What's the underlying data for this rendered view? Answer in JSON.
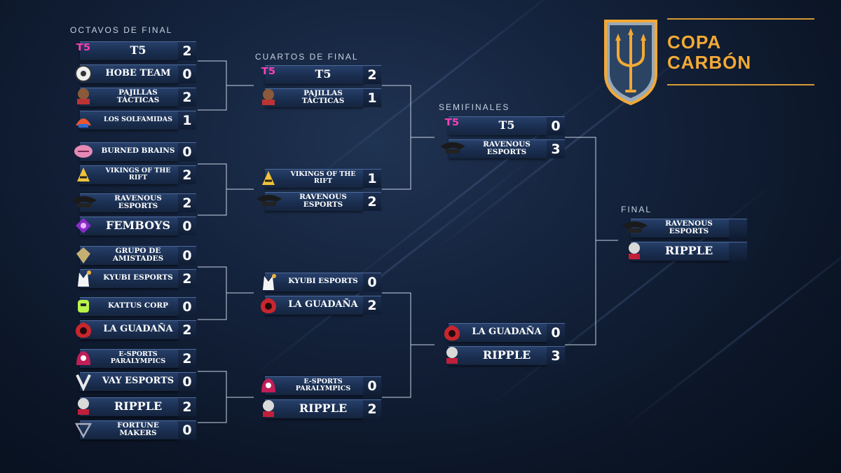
{
  "tournament": {
    "title_line1": "COPA",
    "title_line2": "CARBÓN",
    "accent_color": "#f2a935"
  },
  "rounds": {
    "octavos": "OCTAVOS DE FINAL",
    "cuartos": "CUARTOS DE FINAL",
    "semis": "SEMIFINALES",
    "final": "FINAL"
  },
  "octavos": [
    {
      "team": "T5",
      "score": "2",
      "logo": "t5-logo"
    },
    {
      "team": "HOBE TEAM",
      "score": "0",
      "logo": "hobe-team-logo"
    },
    {
      "team": "PAJILLAS TÁCTICAS",
      "score": "2",
      "logo": "pajillas-logo"
    },
    {
      "team": "LOS SOLFAMIDAS",
      "score": "1",
      "logo": "solfamidas-logo"
    },
    {
      "team": "BURNED BRAINS",
      "score": "0",
      "logo": "burned-brains-logo"
    },
    {
      "team": "VIKINGS OF THE RIFT",
      "score": "2",
      "logo": "vikings-logo"
    },
    {
      "team": "RAVENOUS ESPORTS",
      "score": "2",
      "logo": "ravenous-logo"
    },
    {
      "team": "FEMBOYS",
      "score": "0",
      "logo": "femboys-logo"
    },
    {
      "team": "GRUPO DE AMISTADES",
      "score": "0",
      "logo": "grupo-amistades-logo"
    },
    {
      "team": "KYUBI ESPORTS",
      "score": "2",
      "logo": "kyubi-logo"
    },
    {
      "team": "KATTUS CORP",
      "score": "0",
      "logo": "kattus-logo"
    },
    {
      "team": "LA GUADAÑA",
      "score": "2",
      "logo": "la-guadana-logo"
    },
    {
      "team": "E-SPORTS PARALYMPICS",
      "score": "2",
      "logo": "paralympics-logo"
    },
    {
      "team": "VAY ESPORTS",
      "score": "0",
      "logo": "vay-logo"
    },
    {
      "team": "RIPPLE",
      "score": "2",
      "logo": "ripple-logo"
    },
    {
      "team": "FORTUNE MAKERS",
      "score": "0",
      "logo": "fortune-makers-logo"
    }
  ],
  "cuartos": [
    {
      "team": "T5",
      "score": "2"
    },
    {
      "team": "PAJILLAS TÁCTICAS",
      "score": "1"
    },
    {
      "team": "VIKINGS OF THE RIFT",
      "score": "1"
    },
    {
      "team": "RAVENOUS ESPORTS",
      "score": "2"
    },
    {
      "team": "KYUBI ESPORTS",
      "score": "0"
    },
    {
      "team": "LA GUADAÑA",
      "score": "2"
    },
    {
      "team": "E-SPORTS PARALYMPICS",
      "score": "0"
    },
    {
      "team": "RIPPLE",
      "score": "2"
    }
  ],
  "semis": [
    {
      "team": "T5",
      "score": "0"
    },
    {
      "team": "RAVENOUS ESPORTS",
      "score": "3"
    },
    {
      "team": "LA GUADAÑA",
      "score": "0"
    },
    {
      "team": "RIPPLE",
      "score": "3"
    }
  ],
  "final": [
    {
      "team": "RAVENOUS ESPORTS",
      "score": ""
    },
    {
      "team": "RIPPLE",
      "score": ""
    }
  ]
}
